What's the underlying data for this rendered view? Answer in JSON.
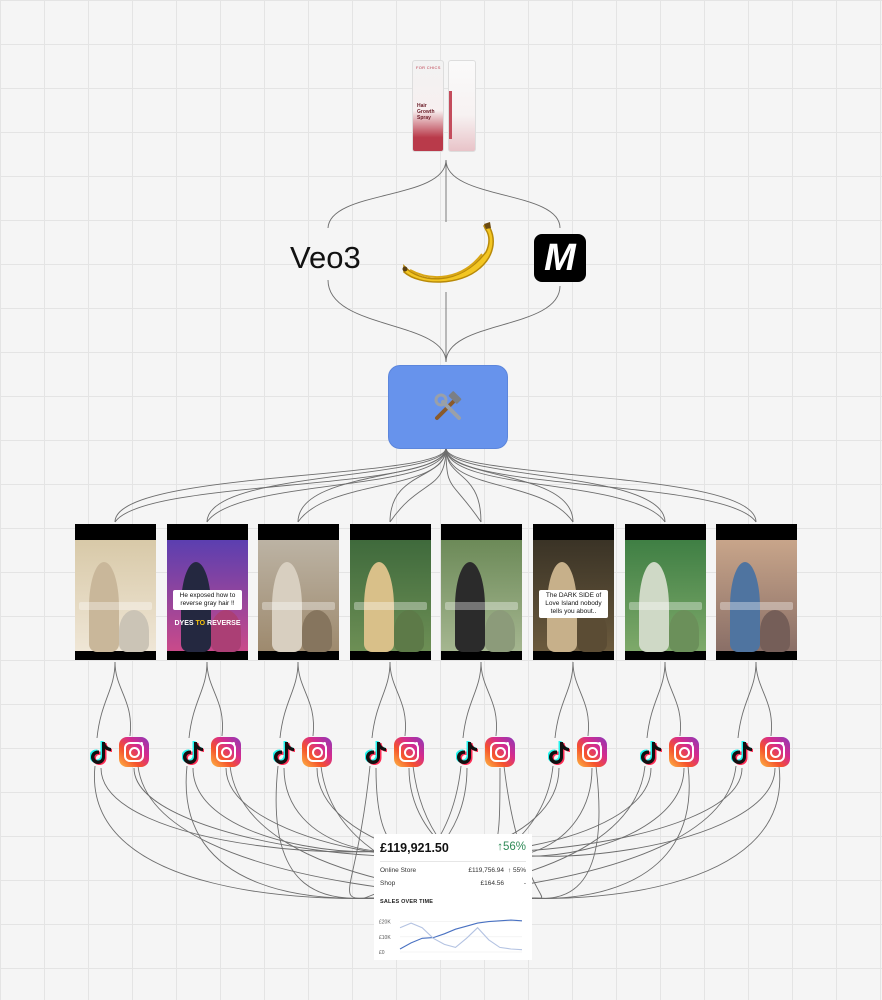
{
  "product": {
    "brand": "FOR CHICS",
    "name": "Hair Growth Spray"
  },
  "tools": {
    "veo_label": "Veo3",
    "banana_icon": "banana-icon",
    "m_logo_letter": "M",
    "builder_icon": "hammer-wrench-icon"
  },
  "videos": [
    {
      "caption": "",
      "sub": ""
    },
    {
      "caption": "He exposed how to reverse gray hair !!",
      "sub_a": "DYES",
      "sub_b": "TO",
      "sub_c": "REVERSE"
    },
    {
      "caption": "",
      "sub": ""
    },
    {
      "caption": "",
      "sub": ""
    },
    {
      "caption": "",
      "sub": ""
    },
    {
      "caption": "The DARK SIDE of Love Island nobody tells you about..",
      "sub": ""
    },
    {
      "caption": "",
      "sub": ""
    },
    {
      "caption": "",
      "sub": ""
    }
  ],
  "social_icons": [
    "tiktok-icon",
    "instagram-icon"
  ],
  "sales": {
    "total": "£119,921.50",
    "change": "↑56%",
    "rows": [
      {
        "label": "Online Store",
        "value": "£119,756.94",
        "change": "↑ 55%"
      },
      {
        "label": "Shop",
        "value": "£164.56",
        "change": "-"
      }
    ],
    "chart_title": "SALES OVER TIME",
    "accent": "#2f8a57",
    "chart_data": {
      "type": "line",
      "yticks": [
        "£20K",
        "£10K",
        "£0"
      ],
      "ylim": [
        0,
        25000
      ],
      "series": [
        {
          "values": [
            2000,
            6000,
            9000,
            9500,
            12000,
            15000,
            17000,
            19000,
            20000,
            20500,
            21000,
            20500
          ]
        },
        {
          "values": [
            16000,
            19000,
            16000,
            9000,
            5000,
            3000,
            9000,
            16000,
            8000,
            3000,
            2000,
            1500
          ]
        }
      ]
    }
  }
}
